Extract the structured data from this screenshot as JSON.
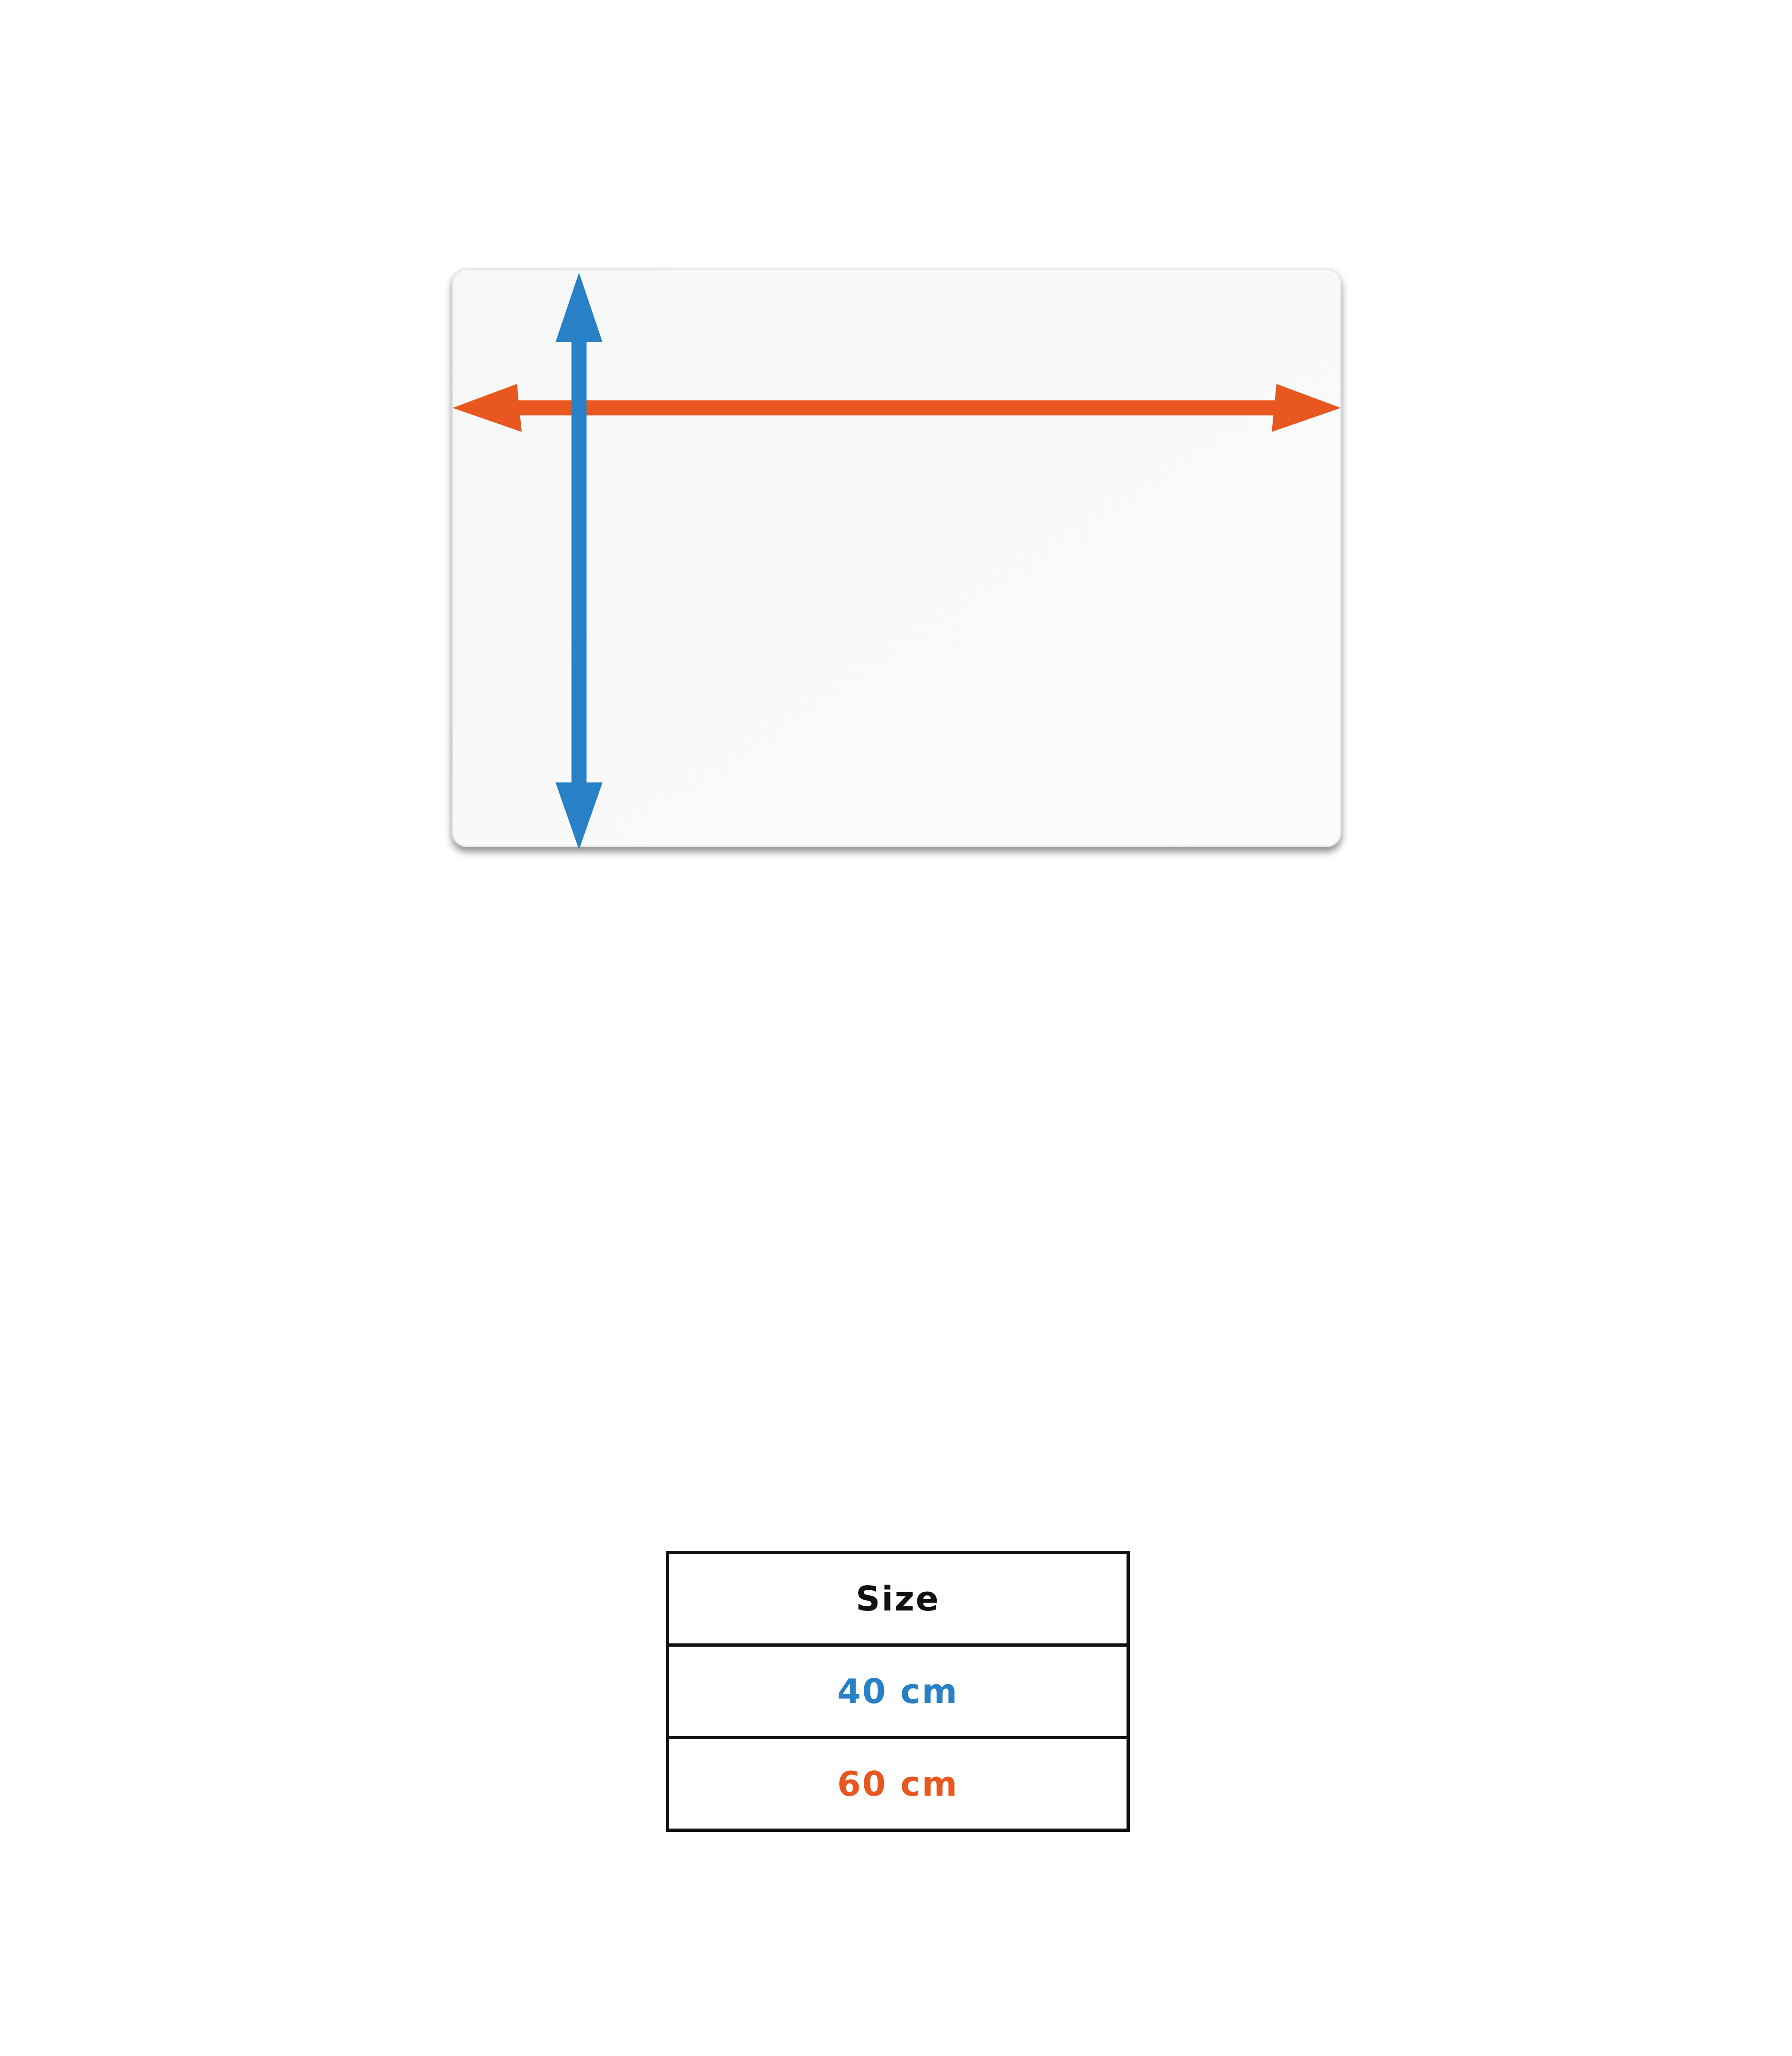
{
  "colors": {
    "height_arrow": "#2880c6",
    "width_arrow": "#e8571f",
    "table_border": "#111111",
    "header_text": "#111111"
  },
  "table": {
    "header": "Size",
    "rows": [
      {
        "value": "40 cm",
        "color": "#2880c6",
        "dimension": "height"
      },
      {
        "value": "60 cm",
        "color": "#e8571f",
        "dimension": "width"
      }
    ]
  }
}
